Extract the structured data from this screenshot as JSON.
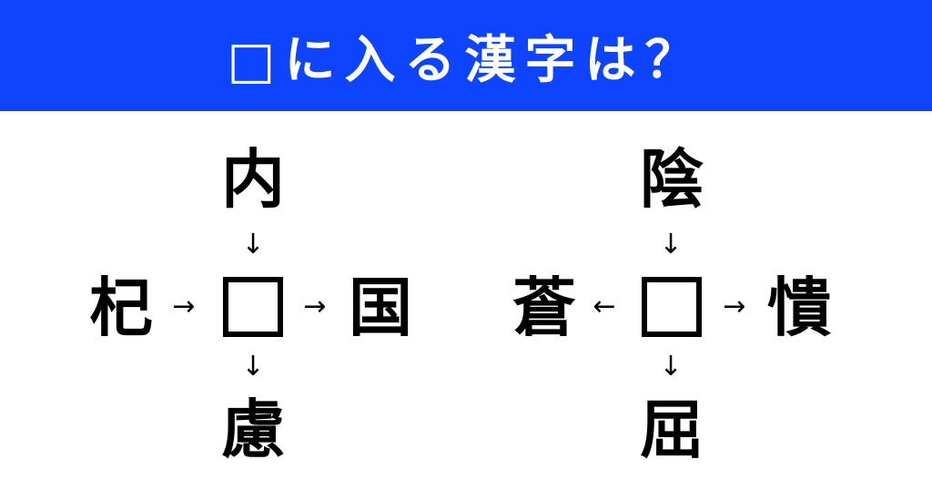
{
  "banner": {
    "title": "□に入る漢字は？",
    "background_color": "#0f44ff",
    "text_color": "#ffffff"
  },
  "puzzles": [
    {
      "top": "内",
      "left": "杞",
      "right": "国",
      "bottom": "慮",
      "arrows": {
        "top": "↓",
        "left": "→",
        "right": "→",
        "bottom": "↓"
      },
      "blank": "□"
    },
    {
      "top": "陰",
      "left": "蒼",
      "right": "憒",
      "bottom": "屈",
      "arrows": {
        "top": "↓",
        "left": "←",
        "right": "→",
        "bottom": "↓"
      },
      "blank": "□"
    }
  ]
}
